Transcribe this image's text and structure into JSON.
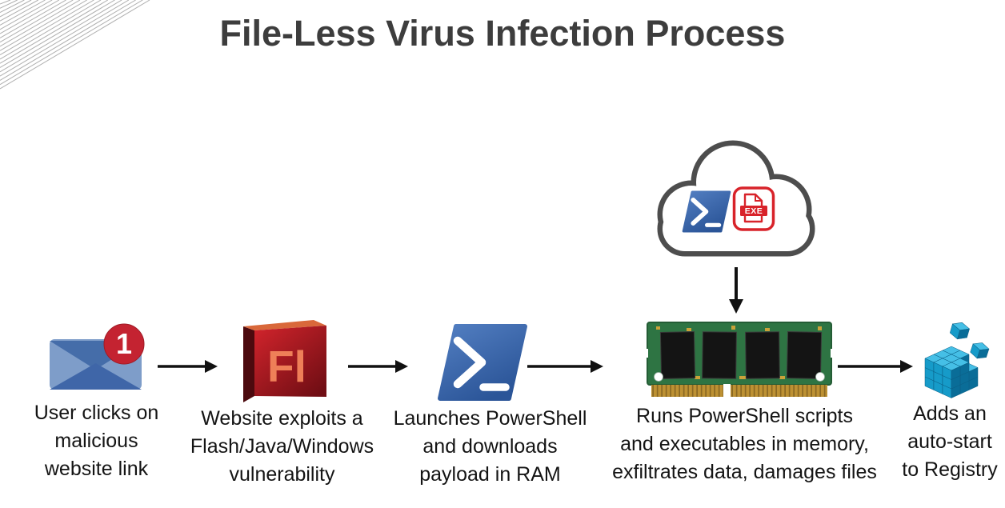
{
  "title": "File-Less Virus Infection Process",
  "steps": [
    {
      "name": "email",
      "label": "User clicks on\nmalicious\nwebsite link",
      "badge": "1"
    },
    {
      "name": "flash",
      "label": "Website exploits a\nFlash/Java/Windows\nvulnerability",
      "icon_text": "Fl"
    },
    {
      "name": "powershell",
      "label": "Launches PowerShell\nand downloads\npayload in RAM"
    },
    {
      "name": "memory",
      "label": "Runs PowerShell scripts\nand executables in memory,\nexfiltrates data, damages files",
      "cloud": {
        "exe_label": "EXE"
      }
    },
    {
      "name": "registry",
      "label": "Adds an\nauto-start\nto Registry"
    }
  ],
  "colors": {
    "title_text": "#3d3d3d",
    "label_text": "#141414",
    "arrow": "#111111",
    "decoration_line": "#9a9a9a",
    "badge_red": "#c42331",
    "envelope_base": "#7e9dc9",
    "envelope_flap": "#456da9",
    "envelope_fold": "#3f66a8",
    "flash_front_light": "#d3242c",
    "flash_front_dark": "#700e14",
    "flash_spine": "#4c0a0e",
    "flash_top": "#d9683a",
    "flash_letters": "#ee7f58",
    "powershell_light": "#537fc2",
    "powershell_dark": "#2b5598",
    "cloud_outline": "#4d4d4d",
    "exe_red": "#d8232a",
    "pcb_green": "#2e7443",
    "chip_black": "#141414",
    "pin_gold": "#bd9133",
    "registry": {
      "top": "#45bfe6",
      "left": "#169bc9",
      "right": "#0a6d98",
      "edge": "#0a5f85"
    }
  }
}
